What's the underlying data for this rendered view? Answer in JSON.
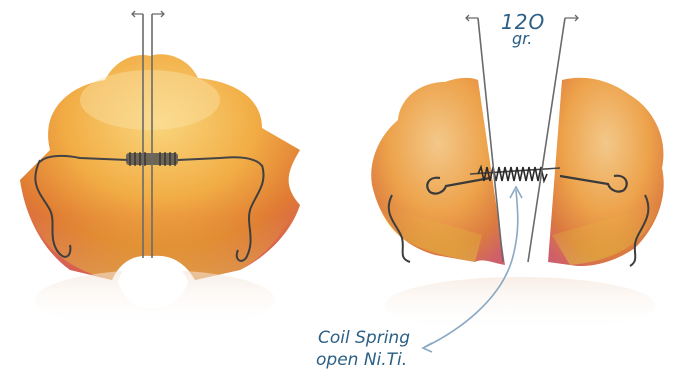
{
  "annotations": {
    "force_value": "12O",
    "force_unit": "gr.",
    "spring_line1": "Coil Spring",
    "spring_line2": "open Ni.Ti."
  },
  "colors": {
    "acrylic_light": "#f7c76a",
    "acrylic_mid": "#f0a63e",
    "acrylic_dark": "#d9702a",
    "acrylic_pink": "#d65a6a",
    "acrylic_yellow": "#e6d23a",
    "wire": "#4a4a4a",
    "label": "#2b5f86"
  }
}
